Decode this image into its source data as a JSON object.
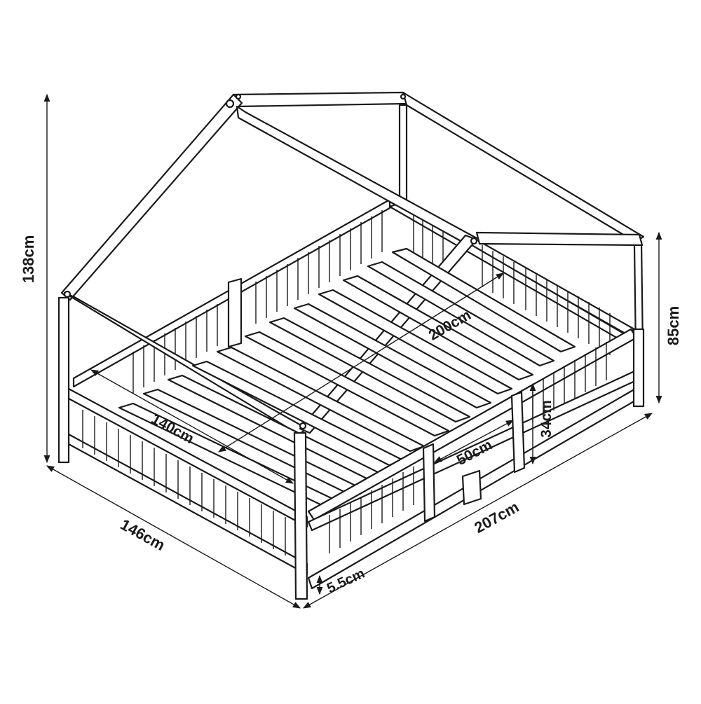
{
  "diagram": {
    "line_color": "#1a1a1a",
    "background": "#ffffff",
    "dimensions": {
      "total_height": "138cm",
      "side_height": "85cm",
      "width": "146cm",
      "length": "207cm",
      "mattress_width": "140cm",
      "mattress_length": "200cm",
      "entry_opening": "50cm",
      "rail_height": "34cm",
      "floor_clearance": "5.5cm"
    }
  }
}
